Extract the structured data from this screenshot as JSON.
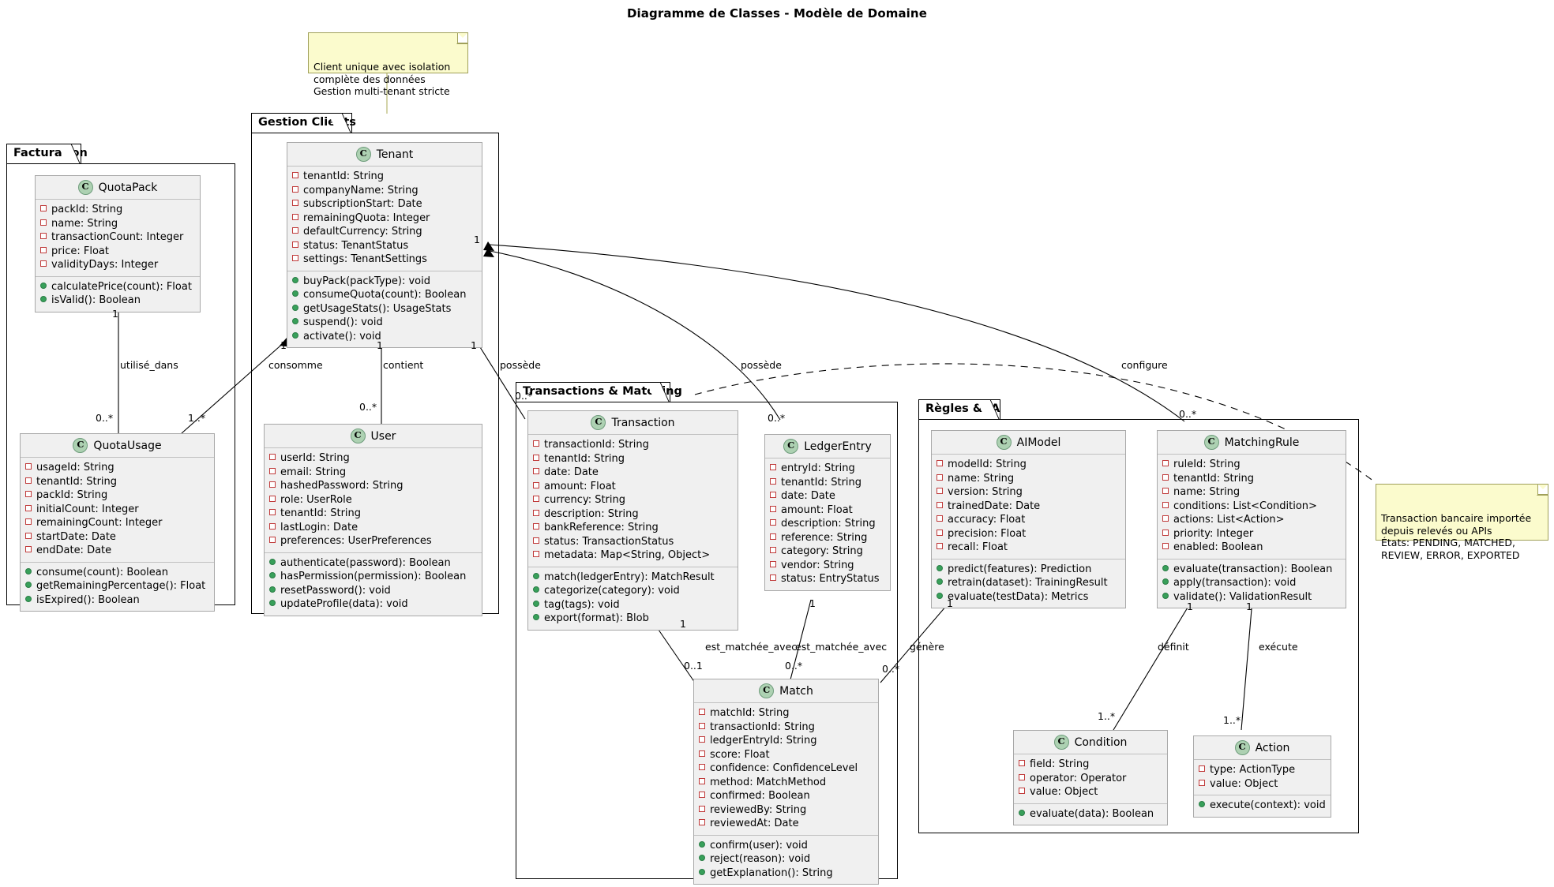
{
  "title": "Diagramme de Classes - Modèle de Domaine",
  "colors": {
    "class_fill": "#f0f0f0",
    "class_border": "#a8a8a8",
    "icon_fill": "#add1b2",
    "field_marker": "#c03a3a",
    "method_marker": "#38a05a",
    "note_fill": "#fbfbcd",
    "note_border": "#a0a05a",
    "package_border": "#000000"
  },
  "packages": [
    {
      "id": "facturation",
      "label": "Facturation"
    },
    {
      "id": "gestion-clients",
      "label": "Gestion Clients"
    },
    {
      "id": "transactions-matching",
      "label": "Transactions & Matching"
    },
    {
      "id": "regles-ia",
      "label": "Règles & IA"
    }
  ],
  "classes": {
    "quotapack": {
      "name": "QuotaPack",
      "stereotype": "C",
      "fields": [
        "packId: String",
        "name: String",
        "transactionCount: Integer",
        "price: Float",
        "validityDays: Integer"
      ],
      "methods": [
        "calculatePrice(count): Float",
        "isValid(): Boolean"
      ]
    },
    "quotausage": {
      "name": "QuotaUsage",
      "stereotype": "C",
      "fields": [
        "usageId: String",
        "tenantId: String",
        "packId: String",
        "initialCount: Integer",
        "remainingCount: Integer",
        "startDate: Date",
        "endDate: Date"
      ],
      "methods": [
        "consume(count): Boolean",
        "getRemainingPercentage(): Float",
        "isExpired(): Boolean"
      ]
    },
    "tenant": {
      "name": "Tenant",
      "stereotype": "C",
      "fields": [
        "tenantId: String",
        "companyName: String",
        "subscriptionStart: Date",
        "remainingQuota: Integer",
        "defaultCurrency: String",
        "status: TenantStatus",
        "settings: TenantSettings"
      ],
      "methods": [
        "buyPack(packType): void",
        "consumeQuota(count): Boolean",
        "getUsageStats(): UsageStats",
        "suspend(): void",
        "activate(): void"
      ]
    },
    "user": {
      "name": "User",
      "stereotype": "C",
      "fields": [
        "userId: String",
        "email: String",
        "hashedPassword: String",
        "role: UserRole",
        "tenantId: String",
        "lastLogin: Date",
        "preferences: UserPreferences"
      ],
      "methods": [
        "authenticate(password): Boolean",
        "hasPermission(permission): Boolean",
        "resetPassword(): void",
        "updateProfile(data): void"
      ]
    },
    "transaction": {
      "name": "Transaction",
      "stereotype": "C",
      "fields": [
        "transactionId: String",
        "tenantId: String",
        "date: Date",
        "amount: Float",
        "currency: String",
        "description: String",
        "bankReference: String",
        "status: TransactionStatus",
        "metadata: Map<String, Object>"
      ],
      "methods": [
        "match(ledgerEntry): MatchResult",
        "categorize(category): void",
        "tag(tags): void",
        "export(format): Blob"
      ]
    },
    "ledgerentry": {
      "name": "LedgerEntry",
      "stereotype": "C",
      "fields": [
        "entryId: String",
        "tenantId: String",
        "date: Date",
        "amount: Float",
        "description: String",
        "reference: String",
        "category: String",
        "vendor: String",
        "status: EntryStatus"
      ],
      "methods": []
    },
    "match": {
      "name": "Match",
      "stereotype": "C",
      "fields": [
        "matchId: String",
        "transactionId: String",
        "ledgerEntryId: String",
        "score: Float",
        "confidence: ConfidenceLevel",
        "method: MatchMethod",
        "confirmed: Boolean",
        "reviewedBy: String",
        "reviewedAt: Date"
      ],
      "methods": [
        "confirm(user): void",
        "reject(reason): void",
        "getExplanation(): String"
      ]
    },
    "aimodel": {
      "name": "AIModel",
      "stereotype": "C",
      "fields": [
        "modelId: String",
        "name: String",
        "version: String",
        "trainedDate: Date",
        "accuracy: Float",
        "precision: Float",
        "recall: Float"
      ],
      "methods": [
        "predict(features): Prediction",
        "retrain(dataset): TrainingResult",
        "evaluate(testData): Metrics"
      ]
    },
    "matchingrule": {
      "name": "MatchingRule",
      "stereotype": "C",
      "fields": [
        "ruleId: String",
        "tenantId: String",
        "name: String",
        "conditions: List<Condition>",
        "actions: List<Action>",
        "priority: Integer",
        "enabled: Boolean"
      ],
      "methods": [
        "evaluate(transaction): Boolean",
        "apply(transaction): void",
        "validate(): ValidationResult"
      ]
    },
    "condition": {
      "name": "Condition",
      "stereotype": "C",
      "fields": [
        "field: String",
        "operator: Operator",
        "value: Object"
      ],
      "methods": [
        "evaluate(data): Boolean"
      ]
    },
    "action": {
      "name": "Action",
      "stereotype": "C",
      "fields": [
        "type: ActionType",
        "value: Object"
      ],
      "methods": [
        "execute(context): void"
      ]
    }
  },
  "notes": [
    {
      "id": "note-tenant",
      "text": "Client unique avec isolation\ncomplète des données\nGestion multi-tenant stricte"
    },
    {
      "id": "note-transaction",
      "text": "Transaction bancaire importée\ndepuis relevés ou APIs\nÉtats: PENDING, MATCHED,\nREVIEW, ERROR, EXPORTED"
    }
  ],
  "relationships": [
    {
      "id": "rel-quotapack-quotausage",
      "label": "utilisé_dans",
      "source_mult": "1",
      "target_mult": "0..*"
    },
    {
      "id": "rel-tenant-quotausage",
      "label": "consomme",
      "source_mult": "1",
      "target_mult": "1..*"
    },
    {
      "id": "rel-tenant-user",
      "label": "contient",
      "source_mult": "1",
      "target_mult": "0..*"
    },
    {
      "id": "rel-tenant-transaction",
      "label": "possède",
      "source_mult": "1",
      "target_mult": "0..*"
    },
    {
      "id": "rel-tenant-ledgerentry",
      "label": "possède",
      "source_mult": "1",
      "target_mult": "0..*"
    },
    {
      "id": "rel-tenant-matchingrule",
      "label": "configure",
      "source_mult": "1",
      "target_mult": "0..*"
    },
    {
      "id": "rel-transaction-match",
      "label": "est_matchée_avec",
      "source_mult": "1",
      "target_mult": "0..1"
    },
    {
      "id": "rel-ledgerentry-match",
      "label": "est_matchée_avec",
      "source_mult": "1",
      "target_mult": "0..*"
    },
    {
      "id": "rel-aimodel-match",
      "label": "génère",
      "source_mult": "1",
      "target_mult": "0..*"
    },
    {
      "id": "rel-matchingrule-condition",
      "label": "définit",
      "source_mult": "1",
      "target_mult": "1..*"
    },
    {
      "id": "rel-matchingrule-action",
      "label": "exécute",
      "source_mult": "1",
      "target_mult": "1..*"
    }
  ]
}
